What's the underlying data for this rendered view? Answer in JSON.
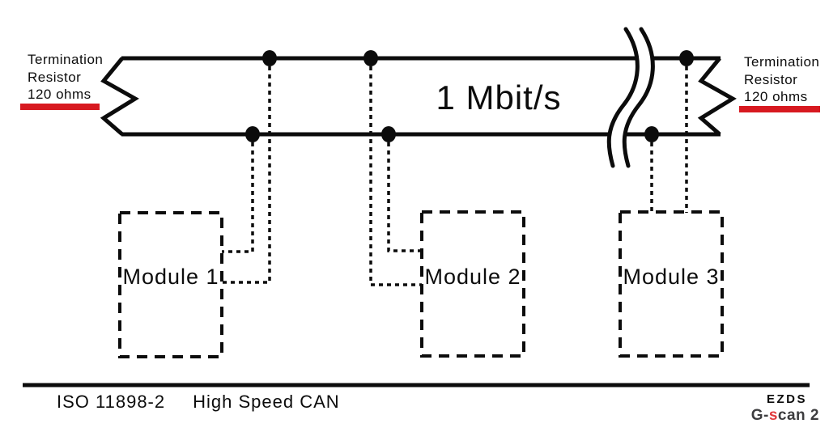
{
  "colors": {
    "ink": "#0c0c0c",
    "accent-red": "#d71920",
    "logo-gray": "#3d3d3f",
    "logo-red": "#e23b3e"
  },
  "diagram": {
    "bus_speed": "1 Mbit/s",
    "termination_left": {
      "line1": "Termination",
      "line2": "Resistor",
      "line3": "120 ohms"
    },
    "termination_right": {
      "line1": "Termination",
      "line2": "Resistor",
      "line3": "120 ohms"
    },
    "modules": [
      {
        "label": "Module 1"
      },
      {
        "label": "Module 2"
      },
      {
        "label": "Module 3"
      }
    ],
    "footer": {
      "standard": "ISO 11898-2",
      "protocol": "High Speed CAN",
      "brand": "EZDS",
      "logo": {
        "prefix": "G-",
        "accent": "s",
        "suffix": "can 2"
      }
    }
  }
}
